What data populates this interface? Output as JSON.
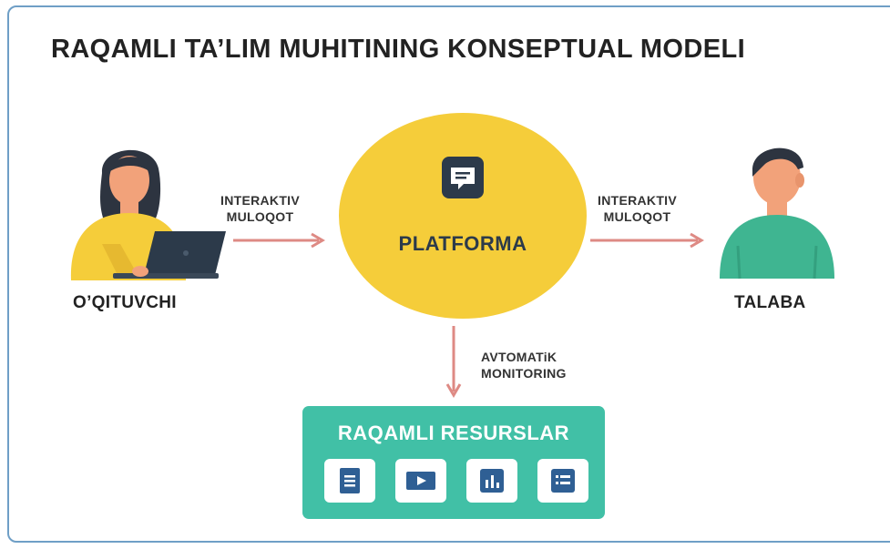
{
  "diagram": {
    "title": "RAQAMLI TA’LIM MUHITINING KONSEPTUAL MODELI",
    "teacher_label": "O’QITUVCHI",
    "student_label": "TALABA",
    "platform_label": "PLATFORMA",
    "left_arrow_label": [
      "INTERAKTIV",
      "MULOQOT"
    ],
    "right_arrow_label": [
      "INTERAKTIV",
      "MULOQOT"
    ],
    "down_arrow_label": [
      "AVTOMATiK",
      "MONITORING"
    ],
    "resources_title": "RAQAMLI RESURSLAR",
    "resource_icons": [
      "document-icon",
      "video-play-icon",
      "bar-chart-icon",
      "list-icon"
    ]
  },
  "colors": {
    "frame": "#6f9fc6",
    "platform": "#f5cd3a",
    "resources": "#41c0a6",
    "arrow": "#de8a84",
    "icon_blue": "#2f5f94",
    "teacher_shirt": "#f5cd3a",
    "student_shirt": "#3fb591",
    "skin": "#f2a27a",
    "hair": "#2d3440"
  }
}
